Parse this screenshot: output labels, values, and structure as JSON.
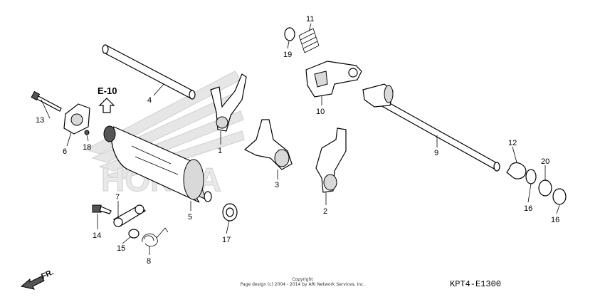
{
  "diagram": {
    "callouts": [
      {
        "id": "c1",
        "label": "1"
      },
      {
        "id": "c2",
        "label": "2"
      },
      {
        "id": "c3",
        "label": "3"
      },
      {
        "id": "c4",
        "label": "4"
      },
      {
        "id": "c5",
        "label": "5"
      },
      {
        "id": "c6",
        "label": "6"
      },
      {
        "id": "c7",
        "label": "7"
      },
      {
        "id": "c8",
        "label": "8"
      },
      {
        "id": "c9",
        "label": "9"
      },
      {
        "id": "c10",
        "label": "10"
      },
      {
        "id": "c11",
        "label": "11"
      },
      {
        "id": "c12",
        "label": "12"
      },
      {
        "id": "c13",
        "label": "13"
      },
      {
        "id": "c14",
        "label": "14"
      },
      {
        "id": "c15",
        "label": "15"
      },
      {
        "id": "c16a",
        "label": "16"
      },
      {
        "id": "c16b",
        "label": "16"
      },
      {
        "id": "c17",
        "label": "17"
      },
      {
        "id": "c18",
        "label": "18"
      },
      {
        "id": "c19",
        "label": "19"
      },
      {
        "id": "c20",
        "label": "20"
      }
    ],
    "reference": "E-10",
    "direction": "FR.",
    "diagram_code": "KPT4-E1300",
    "copyright_line1": "Copyright",
    "copyright_line2": "Page design (c) 2004 - 2014 by ARI Network Services, Inc.",
    "watermark": "HONDA"
  }
}
